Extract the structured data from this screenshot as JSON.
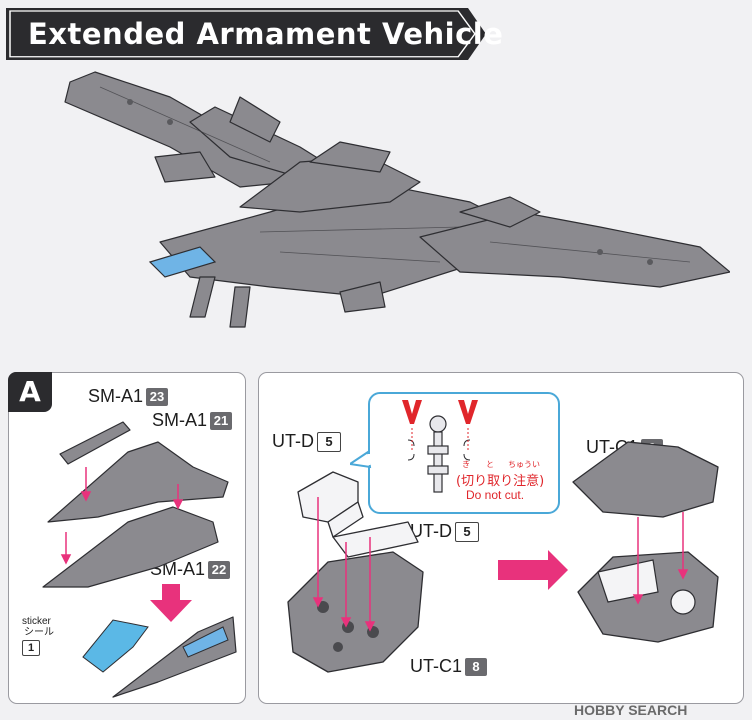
{
  "title": "Extended Armament Vehicle",
  "step_a": {
    "badge": "A",
    "parts": [
      {
        "name": "SM-A1",
        "num": "23"
      },
      {
        "name": "SM-A1",
        "num": "21"
      },
      {
        "name": "SM-A1",
        "num": "22"
      }
    ],
    "sticker_en": "sticker",
    "sticker_jp": "シール",
    "sticker_num": "1"
  },
  "step_b": {
    "parts": [
      {
        "name": "UT-D",
        "num": "5"
      },
      {
        "name": "UT-D",
        "num": "5"
      },
      {
        "name": "UT-C1",
        "num": "8"
      },
      {
        "name": "UT-C1",
        "num": "9"
      }
    ],
    "warning_jp": "(切り取り注意)",
    "warning_en": "Do not cut.",
    "ruby": [
      "き",
      "と",
      "ちゅうい"
    ]
  },
  "watermark": "HOBBY SEARCH",
  "colors": {
    "accent_pink": "#e8327c",
    "warning_red": "#e0262b",
    "callout_blue": "#4aa8d8",
    "sticker_blue": "#5bb8e6",
    "dark": "#2b2b2e"
  }
}
